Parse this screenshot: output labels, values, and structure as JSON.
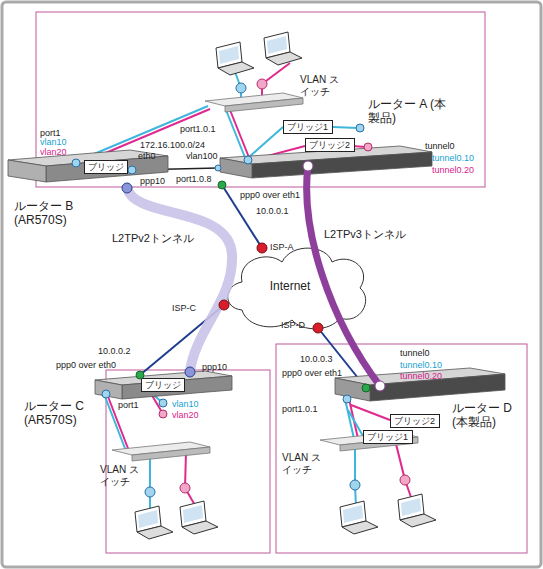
{
  "diagram": {
    "nodes": [
      {
        "text": [
          "ブリッジ1"
        ]
      },
      {
        "text": [
          "ブリッジ2"
        ]
      },
      {
        "text": [
          "ブリッジ"
        ]
      },
      {
        "text": [
          "Internet"
        ]
      },
      {
        "text": [
          "ブリッジ"
        ]
      },
      {
        "text": [
          "ブリッジ2"
        ]
      },
      {
        "text": [
          "ブリッジ1"
        ]
      }
    ],
    "labels": [
      "VLAN スイッチ",
      "ルーター A (本製品)",
      "port1.0.1",
      "tunnel0",
      "tunnel0.10",
      "tunnel0.20",
      "port1",
      "vlan10",
      "vlan20",
      "172.16.100.0/24",
      "eth0",
      "vlan100",
      "port1.0.8",
      "ppp10",
      "ルーター B (AR570S)",
      "ppp0 over eth1",
      "10.0.0.1",
      "L2TPv2トンネル",
      "L2TPv3トンネル",
      "ISP-A",
      "ISP-C",
      "ISP-D",
      "10.0.0.2",
      "ppp0 over eth0",
      "ppp10",
      "ルーター C (AR570S)",
      "port1",
      "vlan10",
      "vlan20",
      "VLAN スイッチ",
      "10.0.0.3",
      "ppp0 over eth1",
      "tunnel0",
      "tunnel0.10",
      "tunnel0.20",
      "ルーター D (本製品)",
      "port1.0.1",
      "VLAN スイッチ"
    ]
  }
}
